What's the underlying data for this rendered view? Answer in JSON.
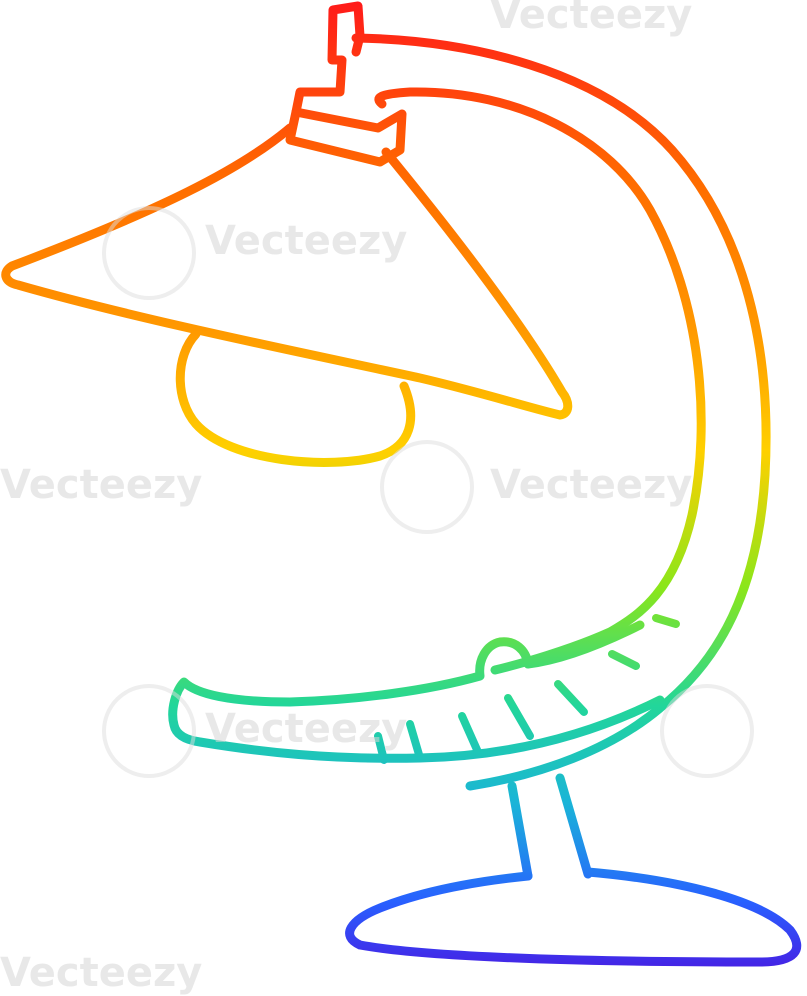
{
  "image": {
    "subject": "lamp",
    "style": "rainbow gradient cartoon line art",
    "gradient_colors": [
      "#ff1a1a",
      "#ff8a00",
      "#ffd000",
      "#6ee01a",
      "#1ac4c8",
      "#2860ff",
      "#4a18e0"
    ],
    "watermark_text": "Vecteezy"
  }
}
